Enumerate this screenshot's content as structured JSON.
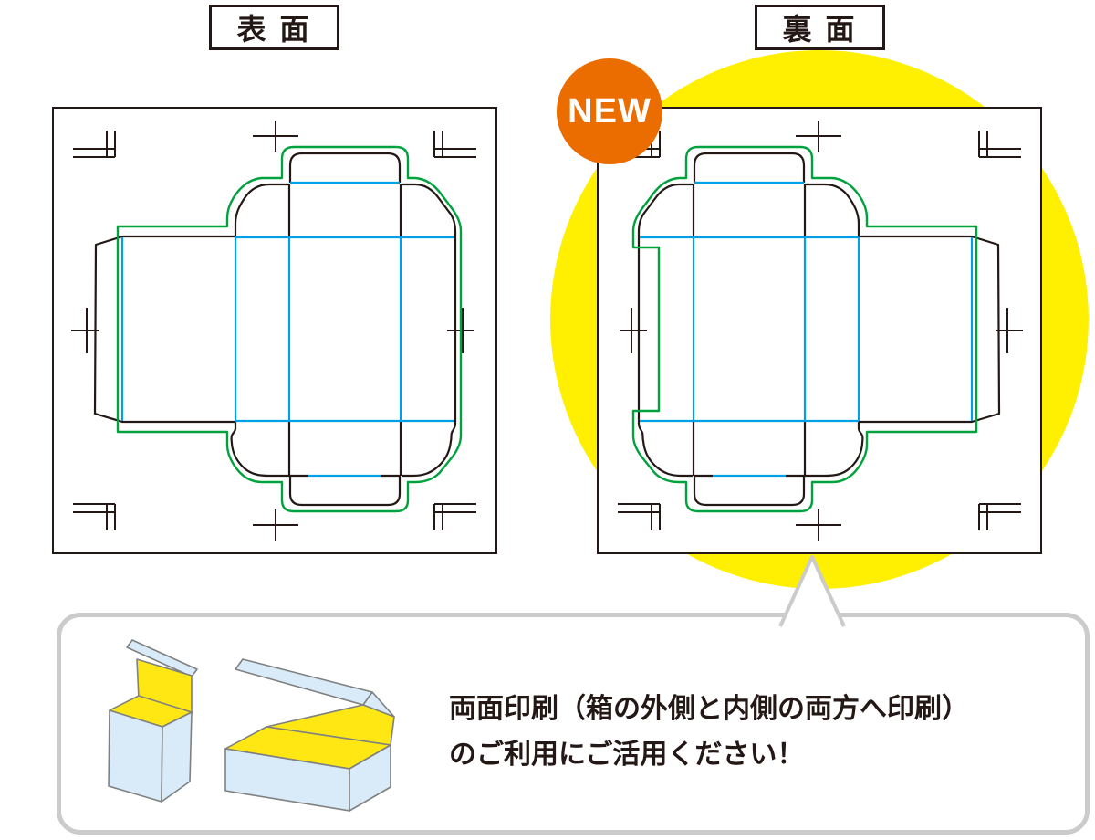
{
  "panels": {
    "front": {
      "label": "表 面"
    },
    "back": {
      "label": "裏 面",
      "badge": "NEW"
    }
  },
  "callout": {
    "line1": "両面印刷（箱の外側と内側の両方へ印刷）",
    "line2": "のご利用にご活用ください！"
  },
  "diagram": {
    "type": "packaging-dieline-comparison",
    "marks": {
      "corner": "corner-registration-mark",
      "center": "center-registration-mark"
    },
    "lines": {
      "cut": "black cut line",
      "fold": "blue fold line",
      "bleed": "green bleed line"
    }
  },
  "colors": {
    "cut": "#231815",
    "fold": "#00a0e9",
    "bleed": "#00a23e",
    "highlight": "#ffef00",
    "badge": "#eb6d00",
    "badge-text": "#ffffff",
    "bubble-border": "#cbcbcb",
    "box-blue": "#d9eaf8",
    "box-yellow": "#ffe713",
    "box-outline": "#7f8080",
    "text": "#231815"
  }
}
